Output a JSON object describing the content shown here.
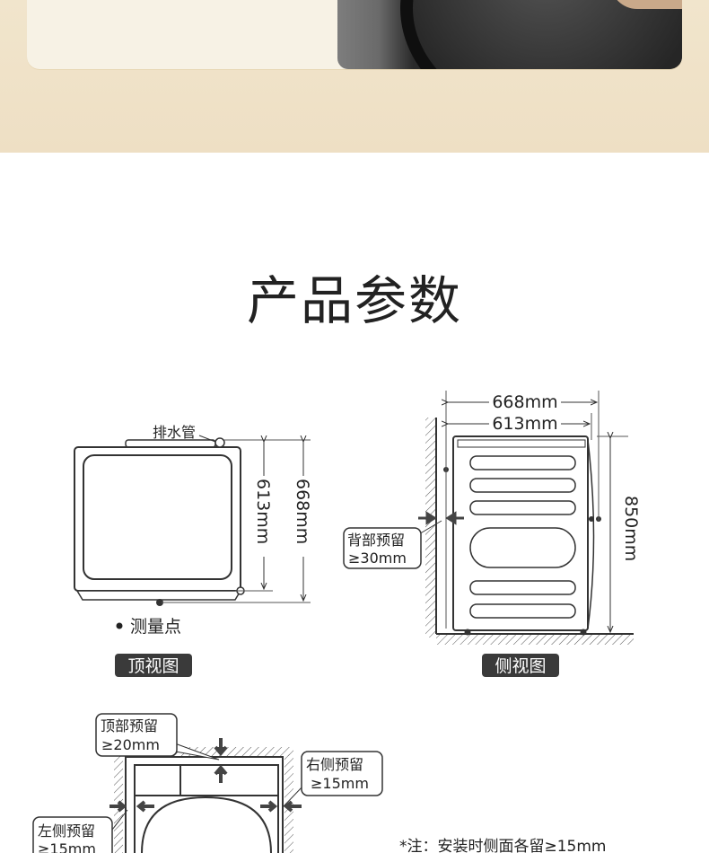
{
  "section_title": "产品参数",
  "top_view": {
    "label": "顶视图",
    "drain_pipe": "排水管",
    "measure_point": "测量点",
    "dim_inner": "613mm",
    "dim_outer": "668mm"
  },
  "side_view": {
    "label": "侧视图",
    "dim_outer": "668mm",
    "dim_inner": "613mm",
    "height": "850mm",
    "back_clearance_title": "背部预留",
    "back_clearance_value": "≥30mm"
  },
  "front_clearance": {
    "top_title": "顶部预留",
    "top_value": "≥20mm",
    "right_title": "右侧预留",
    "right_value": "≥15mm",
    "left_title": "左侧预留",
    "left_value": "≥15mm",
    "note": "*注：安装时侧面各留≥15mm"
  },
  "colors": {
    "band": "#efe2c8",
    "line": "#333333",
    "label_bg": "#3a3a3a"
  }
}
